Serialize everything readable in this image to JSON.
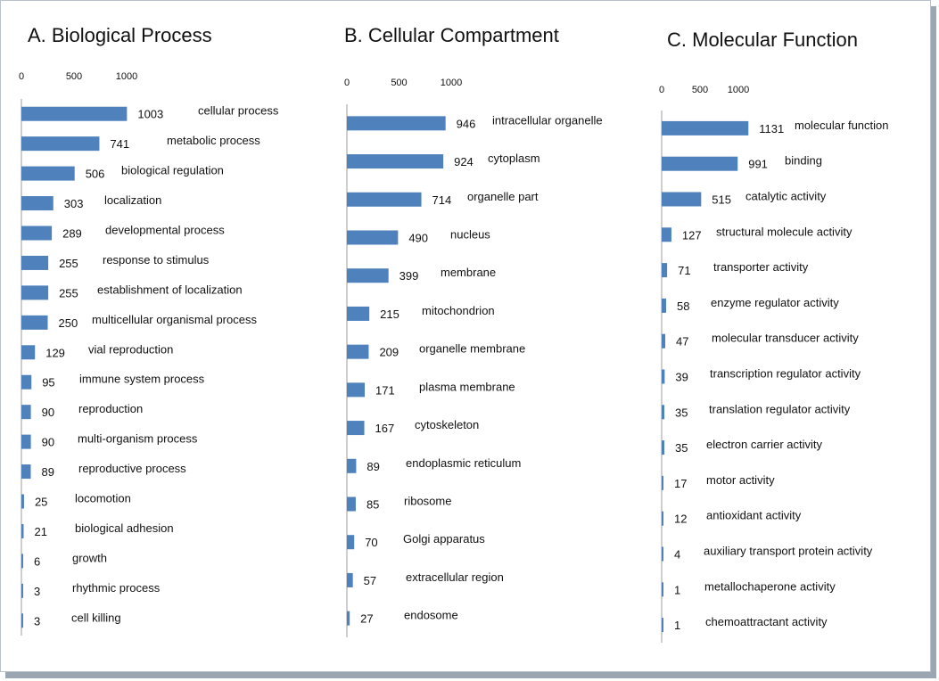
{
  "colors": {
    "bar": "#4f81bd",
    "axis": "#9c9c9c",
    "frame": "#b9c2cc",
    "shadow": "#9aa6b2"
  },
  "chart_data": [
    {
      "type": "bar",
      "orientation": "horizontal",
      "title": "A. Biological Process",
      "ticks": [
        0,
        500,
        1000
      ],
      "xlim": [
        0,
        1000
      ],
      "categories": [
        "cellular process",
        "metabolic process",
        "biological regulation",
        "localization",
        "developmental process",
        "response to stimulus",
        "establishment of localization",
        "multicellular organismal process",
        "vial reproduction",
        "immune system process",
        "reproduction",
        "multi-organism process",
        "reproductive process",
        "locomotion",
        "biological adhesion",
        "growth",
        "rhythmic process",
        "cell killing"
      ],
      "values": [
        1003,
        741,
        506,
        303,
        289,
        255,
        255,
        250,
        129,
        95,
        90,
        90,
        89,
        25,
        21,
        6,
        3,
        3
      ]
    },
    {
      "type": "bar",
      "orientation": "horizontal",
      "title": "B. Cellular Compartment",
      "ticks": [
        0,
        500,
        1000
      ],
      "xlim": [
        0,
        1000
      ],
      "categories": [
        "intracellular organelle",
        "cytoplasm",
        "organelle part",
        "nucleus",
        "membrane",
        "mitochondrion",
        "organelle membrane",
        "plasma membrane",
        "cytoskeleton",
        "endoplasmic reticulum",
        "ribosome",
        "Golgi apparatus",
        "extracellular region",
        "endosome"
      ],
      "values": [
        946,
        924,
        714,
        490,
        399,
        215,
        209,
        171,
        167,
        89,
        85,
        70,
        57,
        27
      ]
    },
    {
      "type": "bar",
      "orientation": "horizontal",
      "title": "C. Molecular Function",
      "ticks": [
        0,
        500,
        1000
      ],
      "xlim": [
        0,
        1000
      ],
      "categories": [
        "molecular function",
        "binding",
        "catalytic activity",
        "structural molecule activity",
        "transporter activity",
        "enzyme regulator activity",
        "molecular transducer activity",
        "transcription regulator activity",
        "translation regulator activity",
        "electron carrier activity",
        "motor activity",
        "antioxidant activity",
        "auxiliary transport protein activity",
        "metallochaperone activity",
        "chemoattractant activity"
      ],
      "values": [
        1131,
        991,
        515,
        127,
        71,
        58,
        47,
        39,
        35,
        35,
        17,
        12,
        4,
        1,
        1
      ]
    }
  ]
}
